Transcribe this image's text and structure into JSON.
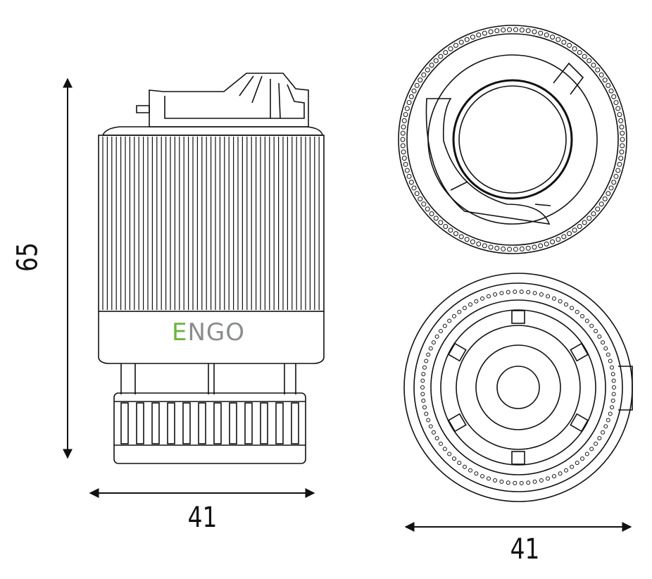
{
  "dimensions": {
    "height": "65",
    "width_side": "41",
    "width_front": "41"
  },
  "logo": {
    "first_letter": "E",
    "rest": "NGO"
  },
  "colors": {
    "line": "#111111",
    "logo_text": "#8a8c8e",
    "logo_accent": "#6db33f"
  },
  "icons": [
    "arrow-up-icon",
    "arrow-down-icon",
    "arrow-left-icon",
    "arrow-right-icon"
  ]
}
